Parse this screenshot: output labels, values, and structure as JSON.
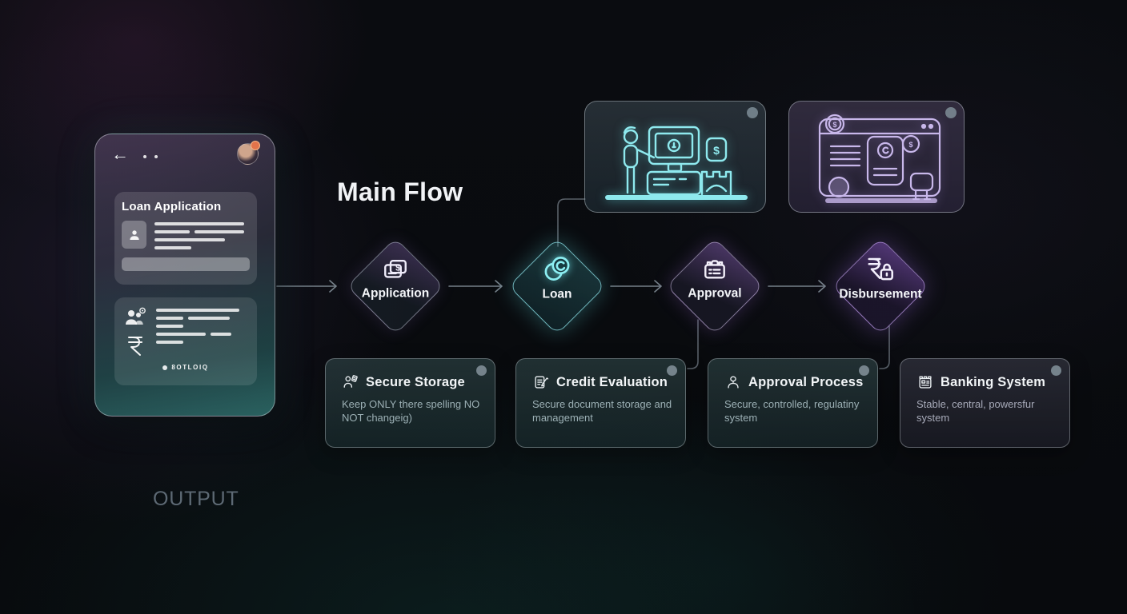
{
  "page": {
    "title": "Main Flow",
    "output_label": "OUTPUT"
  },
  "glyphs": {
    "dollar": "$",
    "back_arrow": "←"
  },
  "colors": {
    "cyan_accent": "#8ceef2",
    "purple_accent": "#c6b4e8",
    "card_teal": "#4e7878",
    "text_muted": "#9cb0b5"
  },
  "phone": {
    "screen_card_title": "Loan Application",
    "footer_badge": "8OTLOIQ"
  },
  "flow": {
    "nodes": [
      {
        "label": "Application",
        "icon": "money-card-icon"
      },
      {
        "label": "Loan",
        "icon": "coins-icon",
        "active": true
      },
      {
        "label": "Approval",
        "icon": "toolbox-icon"
      },
      {
        "label": "Disbursement",
        "icon": "rupee-lock-icon"
      }
    ]
  },
  "illustration_cards": [
    {
      "name": "customer-at-banking-terminal",
      "accent": "#8ee9ee"
    },
    {
      "name": "online-banking-document",
      "accent": "#c8b7ea"
    }
  ],
  "info_cards": [
    {
      "title": "Secure Storage",
      "description": "Keep ONLY there spelling NO NOT changeig)",
      "icon": "person-document-icon"
    },
    {
      "title": "Credit Evaluation",
      "description": "Secure document storage and management",
      "icon": "document-pen-icon"
    },
    {
      "title": "Approval Process",
      "description": "Secure, controlled, regulatiny system",
      "icon": "person-icon"
    },
    {
      "title": "Banking System",
      "description": "Stable, central, powersfur system",
      "icon": "bank-calendar-icon"
    }
  ]
}
